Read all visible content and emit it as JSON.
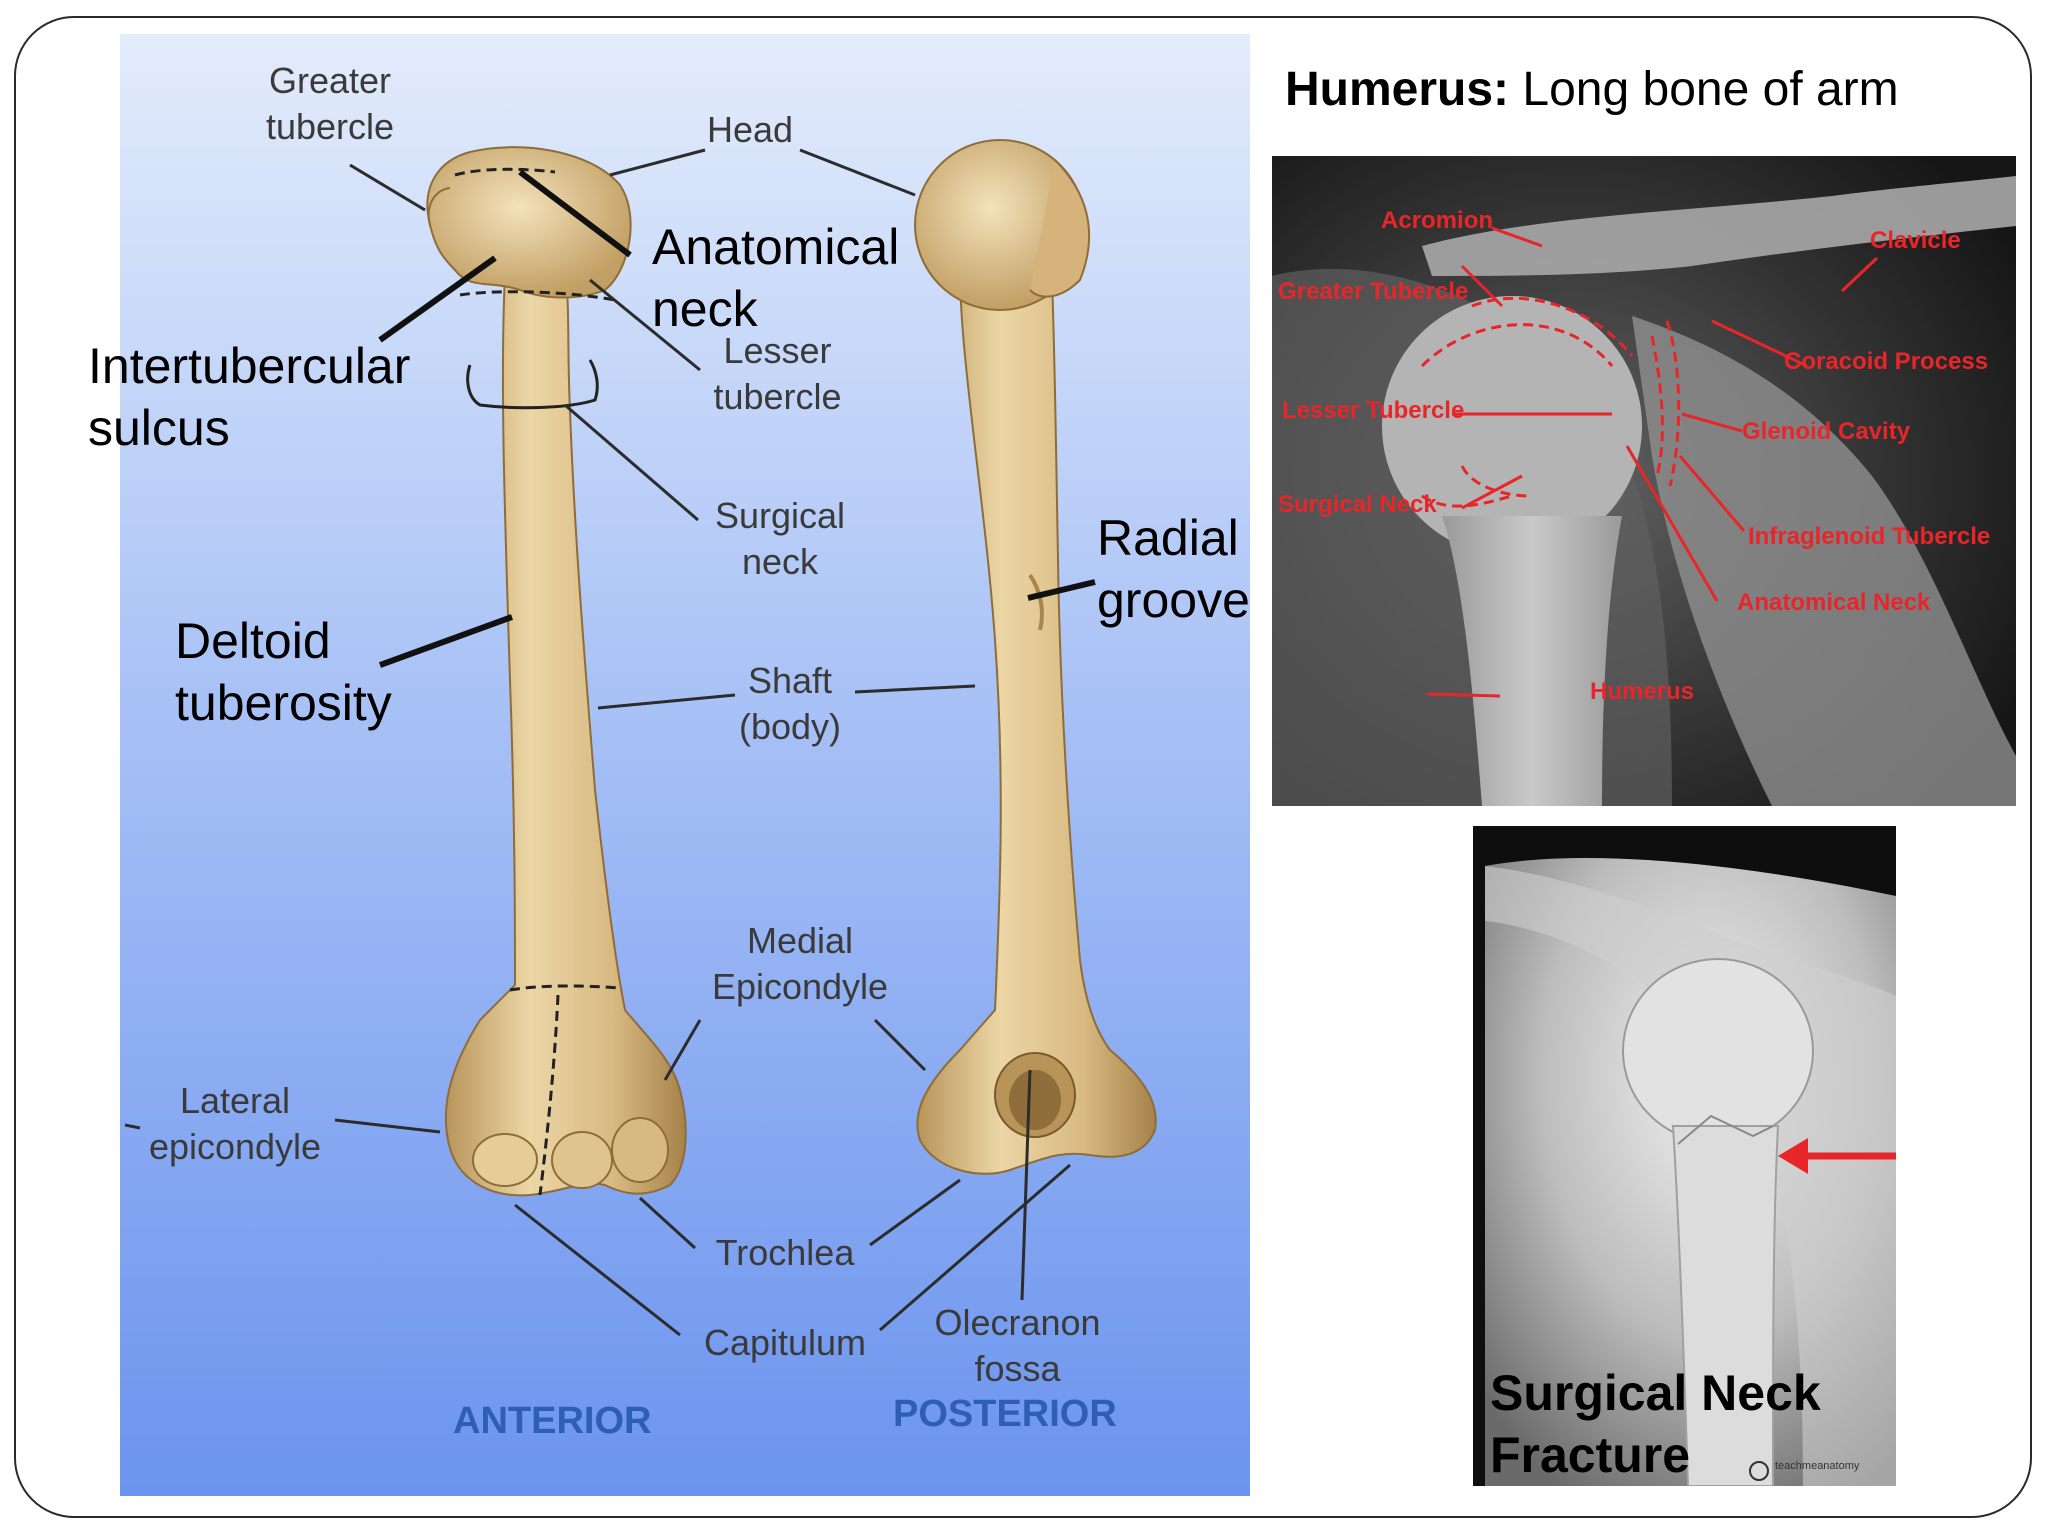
{
  "title": {
    "bold": "Humerus:",
    "rest": " Long bone of arm"
  },
  "diagram": {
    "gray_labels": {
      "greater_tubercle": "Greater\ntubercle",
      "head": "Head",
      "lesser_tubercle": "Lesser\ntubercle",
      "surgical_neck": "Surgical\nneck",
      "shaft": "Shaft\n(body)",
      "medial_epicondyle": "Medial\nEpicondyle",
      "lateral_epicondyle": "Lateral\nepicondyle",
      "trochlea": "Trochlea",
      "capitulum": "Capitulum",
      "olecranon_fossa": "Olecranon\nfossa"
    },
    "black_labels": {
      "anatomical_neck": "Anatomical\nneck",
      "intertubercular_sulcus": "Intertubercular\nsulcus",
      "deltoid_tuberosity": "Deltoid\ntuberosity",
      "radial_groove": "Radial\ngroove"
    },
    "views": {
      "anterior": "ANTERIOR",
      "posterior": "POSTERIOR"
    }
  },
  "xray_top": {
    "labels": {
      "acromion": "Acromion",
      "clavicle": "Clavicle",
      "greater_tubercle": "Greater Tubercle",
      "coracoid_process": "Coracoid Process",
      "lesser_tubercle": "Lesser Tubercle",
      "glenoid_cavity": "Glenoid Cavity",
      "surgical_neck": "Surgical Neck",
      "infraglenoid_tubercle": "Infraglenoid Tubercle",
      "anatomical_neck": "Anatomical Neck",
      "humerus": "Humerus"
    }
  },
  "xray_bottom": {
    "caption": "Surgical Neck\nFracture",
    "credit": "teachmeanatomy"
  },
  "colors": {
    "diagram_bg_top": "#dfe9fb",
    "diagram_bg_bottom": "#6f98ef",
    "bone": "#d9bb85",
    "xray_red": "#e8262a",
    "view_blue": "#2f5fb0"
  }
}
